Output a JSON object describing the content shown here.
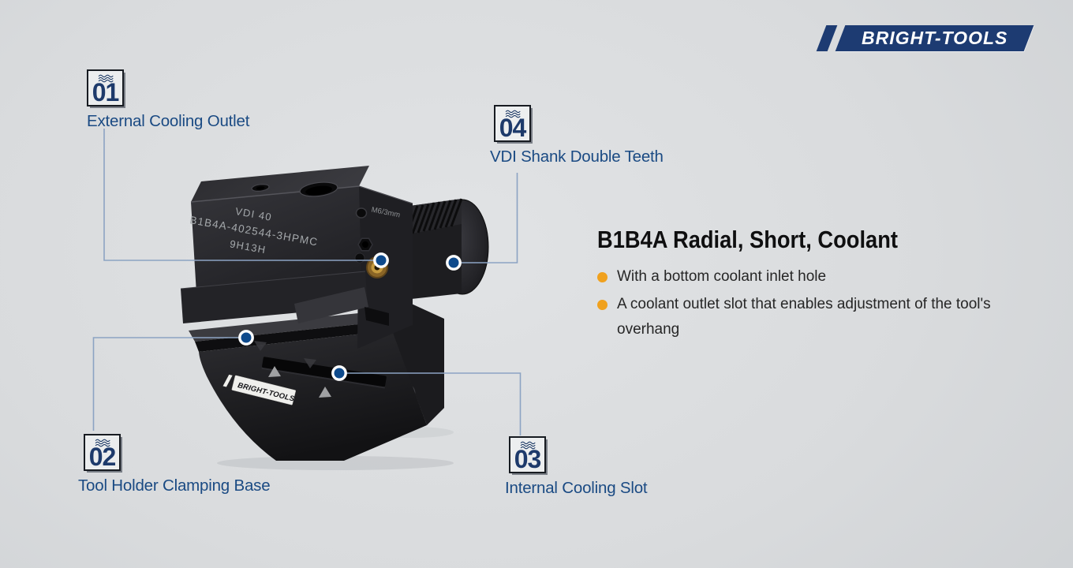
{
  "brand": {
    "logo_text": "BRIGHT-TOOLS"
  },
  "callouts": [
    {
      "id": "01",
      "label": "External Cooling Outlet"
    },
    {
      "id": "02",
      "label": "Tool Holder Clamping Base"
    },
    {
      "id": "03",
      "label": "Internal Cooling Slot"
    },
    {
      "id": "04",
      "label": "VDI Shank Double Teeth"
    }
  ],
  "product": {
    "title": "B1B4A Radial, Short, Coolant",
    "features": [
      "With a bottom coolant inlet hole",
      "A coolant outlet slot that enables adjustment of the tool's overhang"
    ]
  },
  "tool_markings": {
    "engraving_line1": "VDI 40",
    "engraving_line2": "B1B4A-402544-3HPMC",
    "engraving_line3": "9H13H",
    "side_marking": "M6/3mm",
    "sticker_text": "BRIGHT-TOOLS"
  },
  "colors": {
    "background": "#d9dbdd",
    "brand_navy": "#1d3b72",
    "label_blue": "#1a4a83",
    "number_blue": "#1d3a6b",
    "connector_line": "#8ca3c3",
    "marker_dot": "#0e4a8c",
    "bullet_orange": "#f0a11e",
    "title_black": "#0f0f10"
  }
}
